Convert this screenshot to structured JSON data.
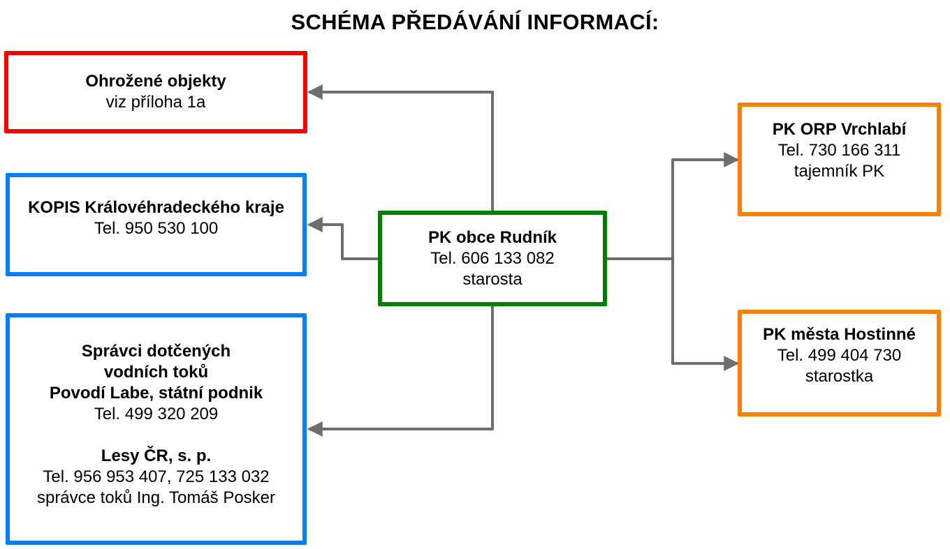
{
  "title": "SCHÉMA PŘEDÁVÁNÍ INFORMACÍ:",
  "colors": {
    "threat": "#ff0000",
    "rescue": "#0080ff",
    "center": "#008000",
    "authority": "#ff8000",
    "connector": "#6e6e6e"
  },
  "nodes": {
    "ohrozene": {
      "title": "Ohrožené objekty",
      "lines": [
        "viz příloha 1a"
      ]
    },
    "kopis": {
      "title": "KOPIS Královéhradeckého kraje",
      "lines": [
        "Tel. 950 530 100"
      ]
    },
    "spravci": {
      "title_lines": [
        "Správci dotčených",
        "vodních toků",
        "Povodí Labe, státní podnik"
      ],
      "phone": "Tel. 499 320 209",
      "second_title": "Lesy ČR, s. p.",
      "second_lines": [
        "Tel. 956 953 407, 725 133 032",
        "správce toků Ing. Tomáš Posker"
      ]
    },
    "center": {
      "title": "PK obce Rudník",
      "lines": [
        "Tel. 606 133 082",
        "starosta"
      ]
    },
    "vrchlabi": {
      "title": "PK ORP Vrchlabí",
      "lines": [
        "Tel. 730 166 311",
        "tajemník PK"
      ]
    },
    "hostinne": {
      "title": "PK města Hostinné",
      "lines": [
        "Tel. 499 404 730",
        "starostka"
      ]
    }
  },
  "edges": [
    {
      "from": "PK obce Rudník",
      "to": "Ohrožené objekty"
    },
    {
      "from": "PK obce Rudník",
      "to": "KOPIS Královéhradeckého kraje"
    },
    {
      "from": "PK obce Rudník",
      "to": "Správci dotčených vodních toků"
    },
    {
      "from": "PK obce Rudník",
      "to": "PK ORP Vrchlabí"
    },
    {
      "from": "PK obce Rudník",
      "to": "PK města Hostinné"
    }
  ]
}
